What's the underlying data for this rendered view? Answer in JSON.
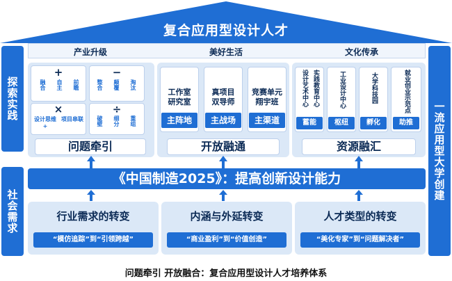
{
  "title": "复合应用型设计人才",
  "left_top": "探索实践",
  "left_bottom": "社会需求",
  "right": "一流应用型大学创建",
  "headers": [
    "产业升级",
    "美好生活",
    "文化传承"
  ],
  "problem": {
    "ops": [
      "+",
      "−",
      "×",
      "÷"
    ],
    "plus_items": [
      "融合",
      "自主",
      "前瞻"
    ],
    "minus_items": [
      "整合",
      "颠覆",
      "淘汰"
    ],
    "times_items": [
      "设计思维+",
      "项目串联"
    ],
    "div_items": [
      "破壁",
      "细分",
      "重组"
    ],
    "label": "问题牵引"
  },
  "open": {
    "cards": [
      {
        "text1": "工作室",
        "text2": "研究室",
        "btn": "主阵地"
      },
      {
        "text1": "真项目",
        "text2": "双导师",
        "btn": "主战场"
      },
      {
        "text1": "竞赛单元",
        "text2": "翔宇班",
        "btn": "主渠道"
      }
    ],
    "label": "开放融通"
  },
  "resource": {
    "cards": [
      {
        "cols": [
          "实践教育中心",
          "设计艺术中心"
        ],
        "btn": "蓄能"
      },
      {
        "cols": [
          "工业设计中心"
        ],
        "btn": "枢纽"
      },
      {
        "cols": [
          "大学科技园"
        ],
        "btn": "孵化"
      },
      {
        "cols": [
          "就业创业示范点"
        ],
        "btn": "助推"
      }
    ],
    "label": "资源融汇"
  },
  "banner": "《中国制造2025》：提高创新设计能力",
  "bottom": [
    {
      "title": "行业需求的转变",
      "pill": "“模仿追踪”到“引领跨越”"
    },
    {
      "title": "内涵与外延转变",
      "pill": "“商业盈利”到“价值创造”"
    },
    {
      "title": "人才类型的转变",
      "pill": "“美化专家”到“问题解决者”"
    }
  ],
  "caption": "问题牵引 开放融合：复合应用型设计人才培养体系"
}
